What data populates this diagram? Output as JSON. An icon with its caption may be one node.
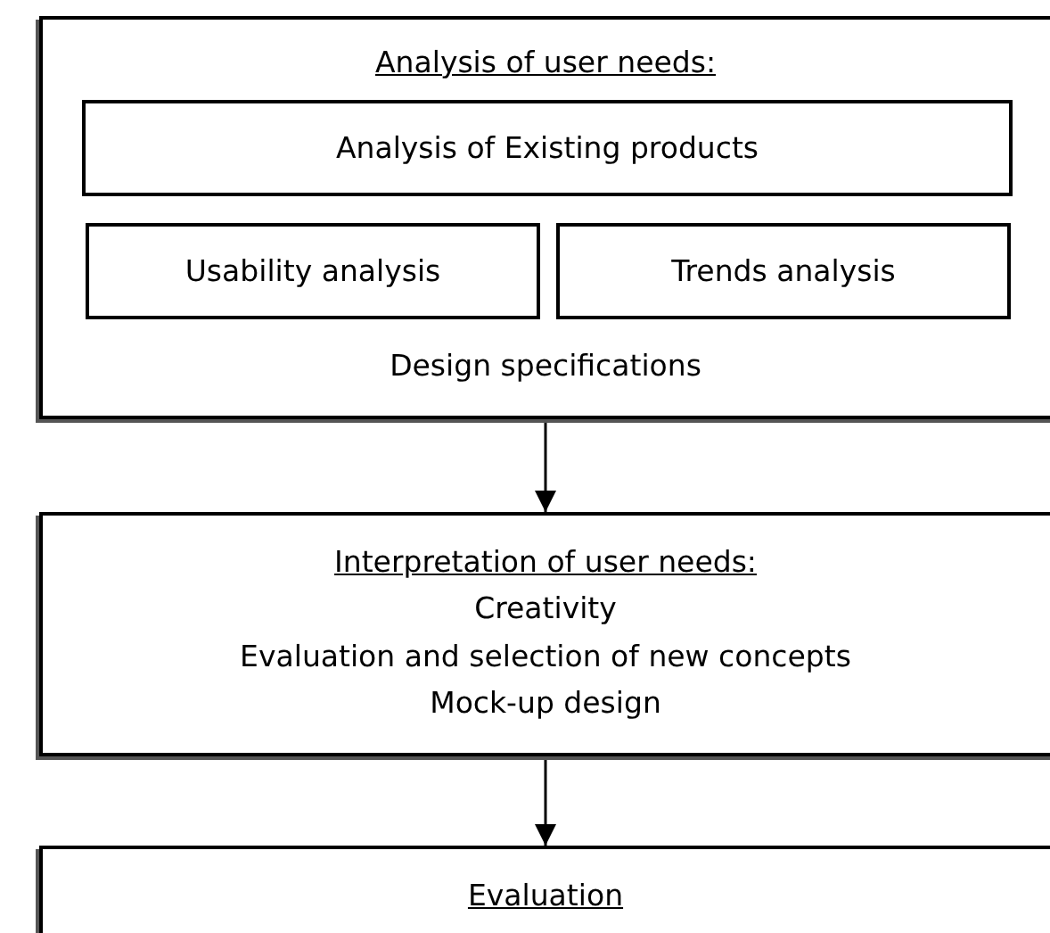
{
  "diagram": {
    "nodes": [
      {
        "text": [
          "Analysis of user needs:",
          "Design specifications"
        ]
      },
      {
        "text": [
          "Analysis of Existing products"
        ],
        "in": 0
      },
      {
        "text": [
          "Usability analysis"
        ],
        "in": 0
      },
      {
        "text": [
          "Trends analysis"
        ],
        "in": 0
      },
      {
        "text": [
          "Interpretation of user needs:",
          "Creativity",
          "Evaluation and selection of new concepts",
          "Mock-up design"
        ]
      },
      {
        "text": [
          "Evaluation"
        ]
      }
    ],
    "edges": [
      {
        "from": 0,
        "to": 4,
        "arrow": "to"
      },
      {
        "from": 4,
        "to": 5,
        "arrow": "to"
      }
    ]
  }
}
